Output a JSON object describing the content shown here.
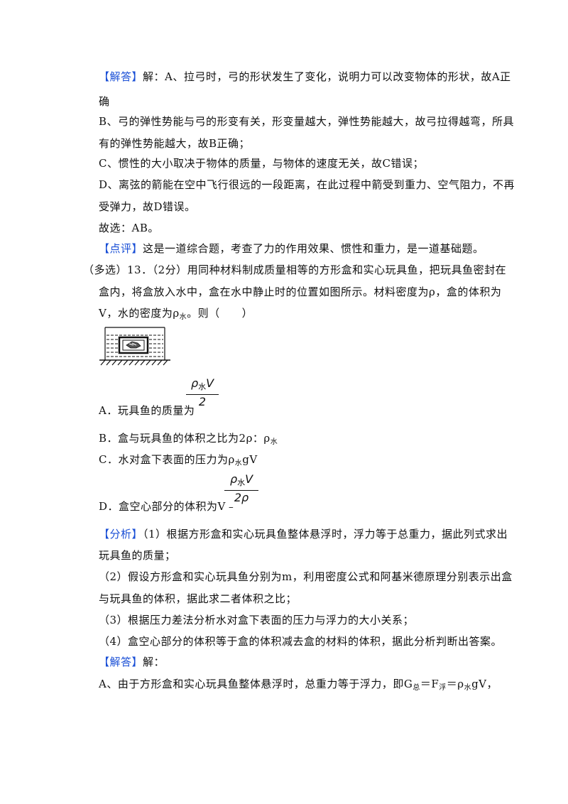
{
  "answer1": {
    "tag": "【解答】",
    "l1": "解：A、拉弓时，弓的形状发生了变化，说明力可以改变物体的形状，故A正",
    "l2": "确",
    "l3": "B、弓的弹性势能与弓的形变有关，形变量越大，弹性势能越大，故弓拉得越弯，所具",
    "l4": "有的弹性势能越大，故B正确；",
    "l5": "C、惯性的大小取决于物体的质量，与物体的速度无关，故C错误；",
    "l6": "D、离弦的箭能在空中飞行很远的一段距离，在此过程中箭受到重力、空气阻力，不再",
    "l7": "受弹力，故D错误。",
    "l8": "故选：AB。"
  },
  "comment1": {
    "tag": "【点评】",
    "text": "这是一道综合题，考查了力的作用效果、惯性和重力，是一道基础题。"
  },
  "question13": {
    "l1": "（多选）13．（2分）用同种材料制成质量相等的方形盒和实心玩具鱼，把玩具鱼密封在",
    "l2": "盒内，将盒放入水中，盒在水中静止时的位置如图所示。材料密度为ρ，盒的体积为",
    "l3_a": "V，水的密度为ρ",
    "l3_sub": "水",
    "l3_b": "。则（　　）"
  },
  "options": {
    "a_text": "A．玩具鱼的质量为",
    "a_frac_num": "ρ",
    "a_frac_num_sub": "水",
    "a_frac_num_tail": "V",
    "a_frac_den": "2",
    "b_text_a": "B．盒与玩具鱼的体积之比为2ρ：ρ",
    "b_sub": "水",
    "c_text_a": "C．水对盒下表面的压力为ρ",
    "c_sub": "水",
    "c_text_b": "gV",
    "d_text": "D．盒空心部分的体积为V﹣",
    "d_frac_num": "ρ",
    "d_frac_num_sub": "水",
    "d_frac_num_tail": "V",
    "d_frac_den": "2ρ"
  },
  "analysis": {
    "tag": "【分析】",
    "l1": "（1）根据方形盒和实心玩具鱼整体悬浮时，浮力等于总重力，据此列式求出",
    "l2": "玩具鱼的质量；",
    "l3": "（2）假设方形盒和实心玩具鱼分别为m，利用密度公式和阿基米德原理分别表示出盒",
    "l4": "与玩具鱼的体积，据此求二者体积之比；",
    "l5": "（3）根据压力差法分析水对盒下表面的压力与浮力的大小关系；",
    "l6": "（4）盒空心部分的体积等于盒的体积减去盒的材料的体积，据此分析判断出答案。"
  },
  "answer2": {
    "tag": "【解答】",
    "text": "解：",
    "l2_a": "A、由于方形盒和实心玩具鱼整体悬浮时，总重力等于浮力，即G",
    "l2_sub1": "总",
    "l2_b": "＝F",
    "l2_sub2": "浮",
    "l2_c": "＝ρ",
    "l2_sub3": "水",
    "l2_d": "gV，"
  }
}
